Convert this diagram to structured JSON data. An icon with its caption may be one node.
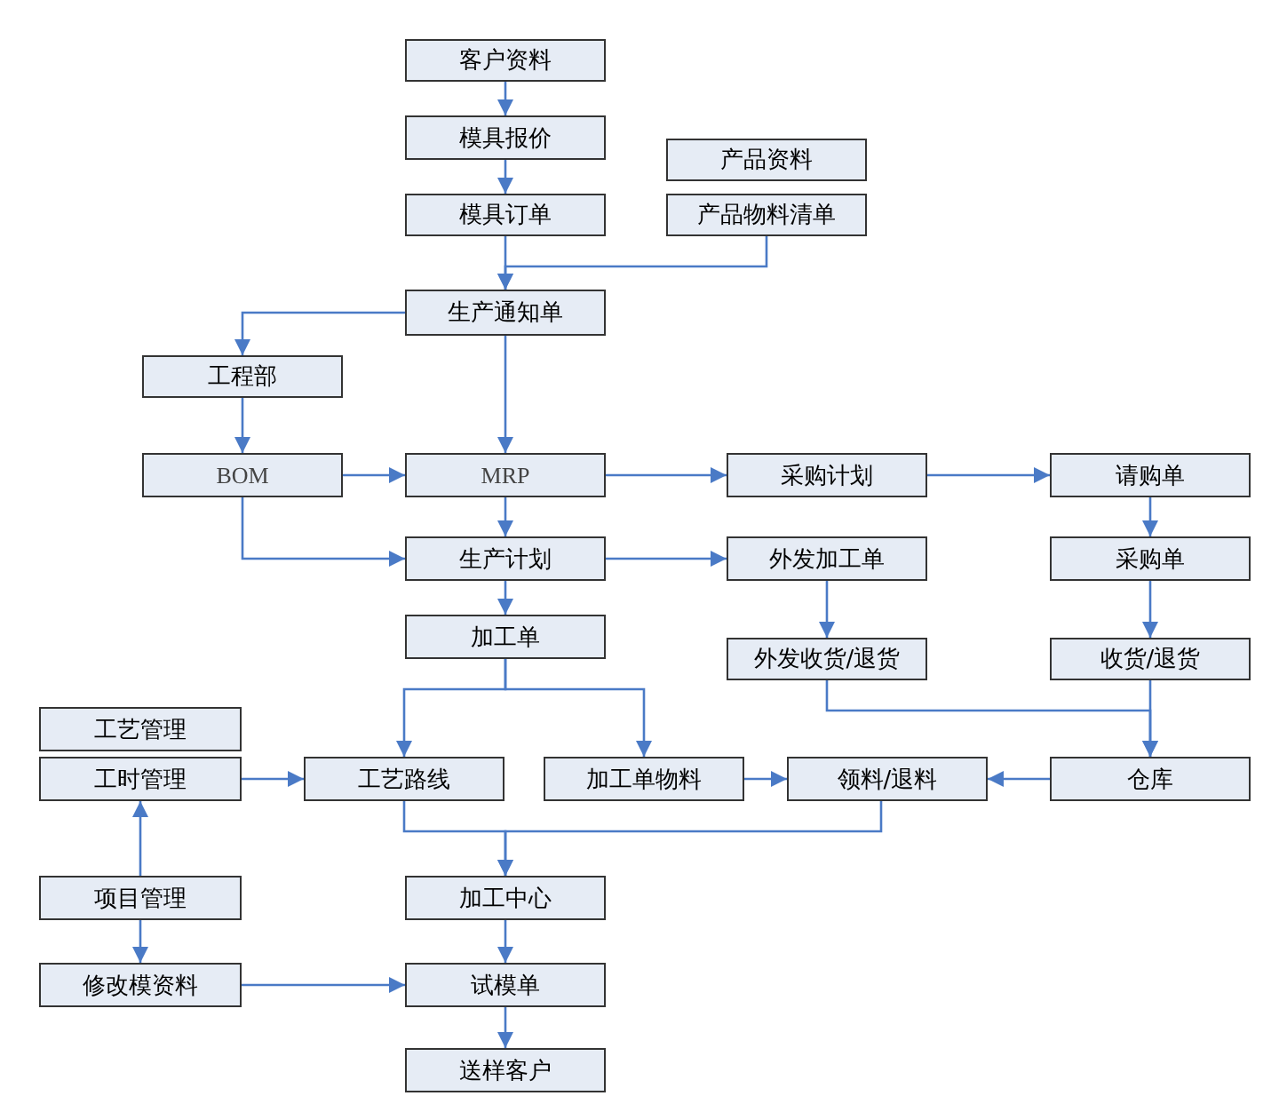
{
  "diagram": {
    "nodes": [
      {
        "text": [
          "客户资料"
        ]
      },
      {
        "text": [
          "模具报价"
        ]
      },
      {
        "text": [
          "模具订单"
        ]
      },
      {
        "text": [
          "产品资料"
        ]
      },
      {
        "text": [
          "产品物料清单"
        ]
      },
      {
        "text": [
          "生产通知单"
        ]
      },
      {
        "text": [
          "工程部"
        ]
      },
      {
        "text": [
          "BOM"
        ]
      },
      {
        "text": [
          "MRP"
        ]
      },
      {
        "text": [
          "采购计划"
        ]
      },
      {
        "text": [
          "请购单"
        ]
      },
      {
        "text": [
          "生产计划"
        ]
      },
      {
        "text": [
          "外发加工单"
        ]
      },
      {
        "text": [
          "采购单"
        ]
      },
      {
        "text": [
          "加工单"
        ]
      },
      {
        "text": [
          "外发收货/退货"
        ]
      },
      {
        "text": [
          "收货/退货"
        ]
      },
      {
        "text": [
          "工艺管理"
        ]
      },
      {
        "text": [
          "工时管理"
        ]
      },
      {
        "text": [
          "工艺路线"
        ]
      },
      {
        "text": [
          "加工单物料"
        ]
      },
      {
        "text": [
          "领料/退料"
        ]
      },
      {
        "text": [
          "仓库"
        ]
      },
      {
        "text": [
          "项目管理"
        ]
      },
      {
        "text": [
          "加工中心"
        ]
      },
      {
        "text": [
          "修改模资料"
        ]
      },
      {
        "text": [
          "试模单"
        ]
      },
      {
        "text": [
          "送样客户"
        ]
      }
    ],
    "edges": [
      {
        "from": 0,
        "to": 1,
        "arrow": "to"
      },
      {
        "from": 1,
        "to": 2,
        "arrow": "to"
      },
      {
        "from": 2,
        "to": 5,
        "arrow": "to"
      },
      {
        "from": 4,
        "to": 5,
        "arrow": "to"
      },
      {
        "from": 5,
        "to": 6,
        "arrow": "to"
      },
      {
        "from": 5,
        "to": 8,
        "arrow": "to"
      },
      {
        "from": 6,
        "to": 7,
        "arrow": "to"
      },
      {
        "from": 7,
        "to": 8,
        "arrow": "to"
      },
      {
        "from": 7,
        "to": 11,
        "arrow": "to"
      },
      {
        "from": 8,
        "to": 9,
        "arrow": "to"
      },
      {
        "from": 9,
        "to": 10,
        "arrow": "to"
      },
      {
        "from": 8,
        "to": 11,
        "arrow": "to"
      },
      {
        "from": 10,
        "to": 13,
        "arrow": "to"
      },
      {
        "from": 11,
        "to": 12,
        "arrow": "to"
      },
      {
        "from": 11,
        "to": 14,
        "arrow": "to"
      },
      {
        "from": 12,
        "to": 15,
        "arrow": "to"
      },
      {
        "from": 13,
        "to": 16,
        "arrow": "to"
      },
      {
        "from": 14,
        "to": 19,
        "arrow": "to"
      },
      {
        "from": 14,
        "to": 20,
        "arrow": "to"
      },
      {
        "from": 15,
        "to": 22,
        "arrow": "to"
      },
      {
        "from": 16,
        "to": 22,
        "arrow": "to"
      },
      {
        "from": 18,
        "to": 19,
        "arrow": "to"
      },
      {
        "from": 20,
        "to": 21,
        "arrow": "to"
      },
      {
        "from": 22,
        "to": 21,
        "arrow": "to"
      },
      {
        "from": 19,
        "to": 24,
        "arrow": "to"
      },
      {
        "from": 21,
        "to": 24,
        "arrow": "to"
      },
      {
        "from": 24,
        "to": 26,
        "arrow": "to"
      },
      {
        "from": 23,
        "to": 18,
        "arrow": "to"
      },
      {
        "from": 23,
        "to": 25,
        "arrow": "to"
      },
      {
        "from": 25,
        "to": 26,
        "arrow": "to"
      },
      {
        "from": 26,
        "to": 27,
        "arrow": "to"
      }
    ]
  }
}
